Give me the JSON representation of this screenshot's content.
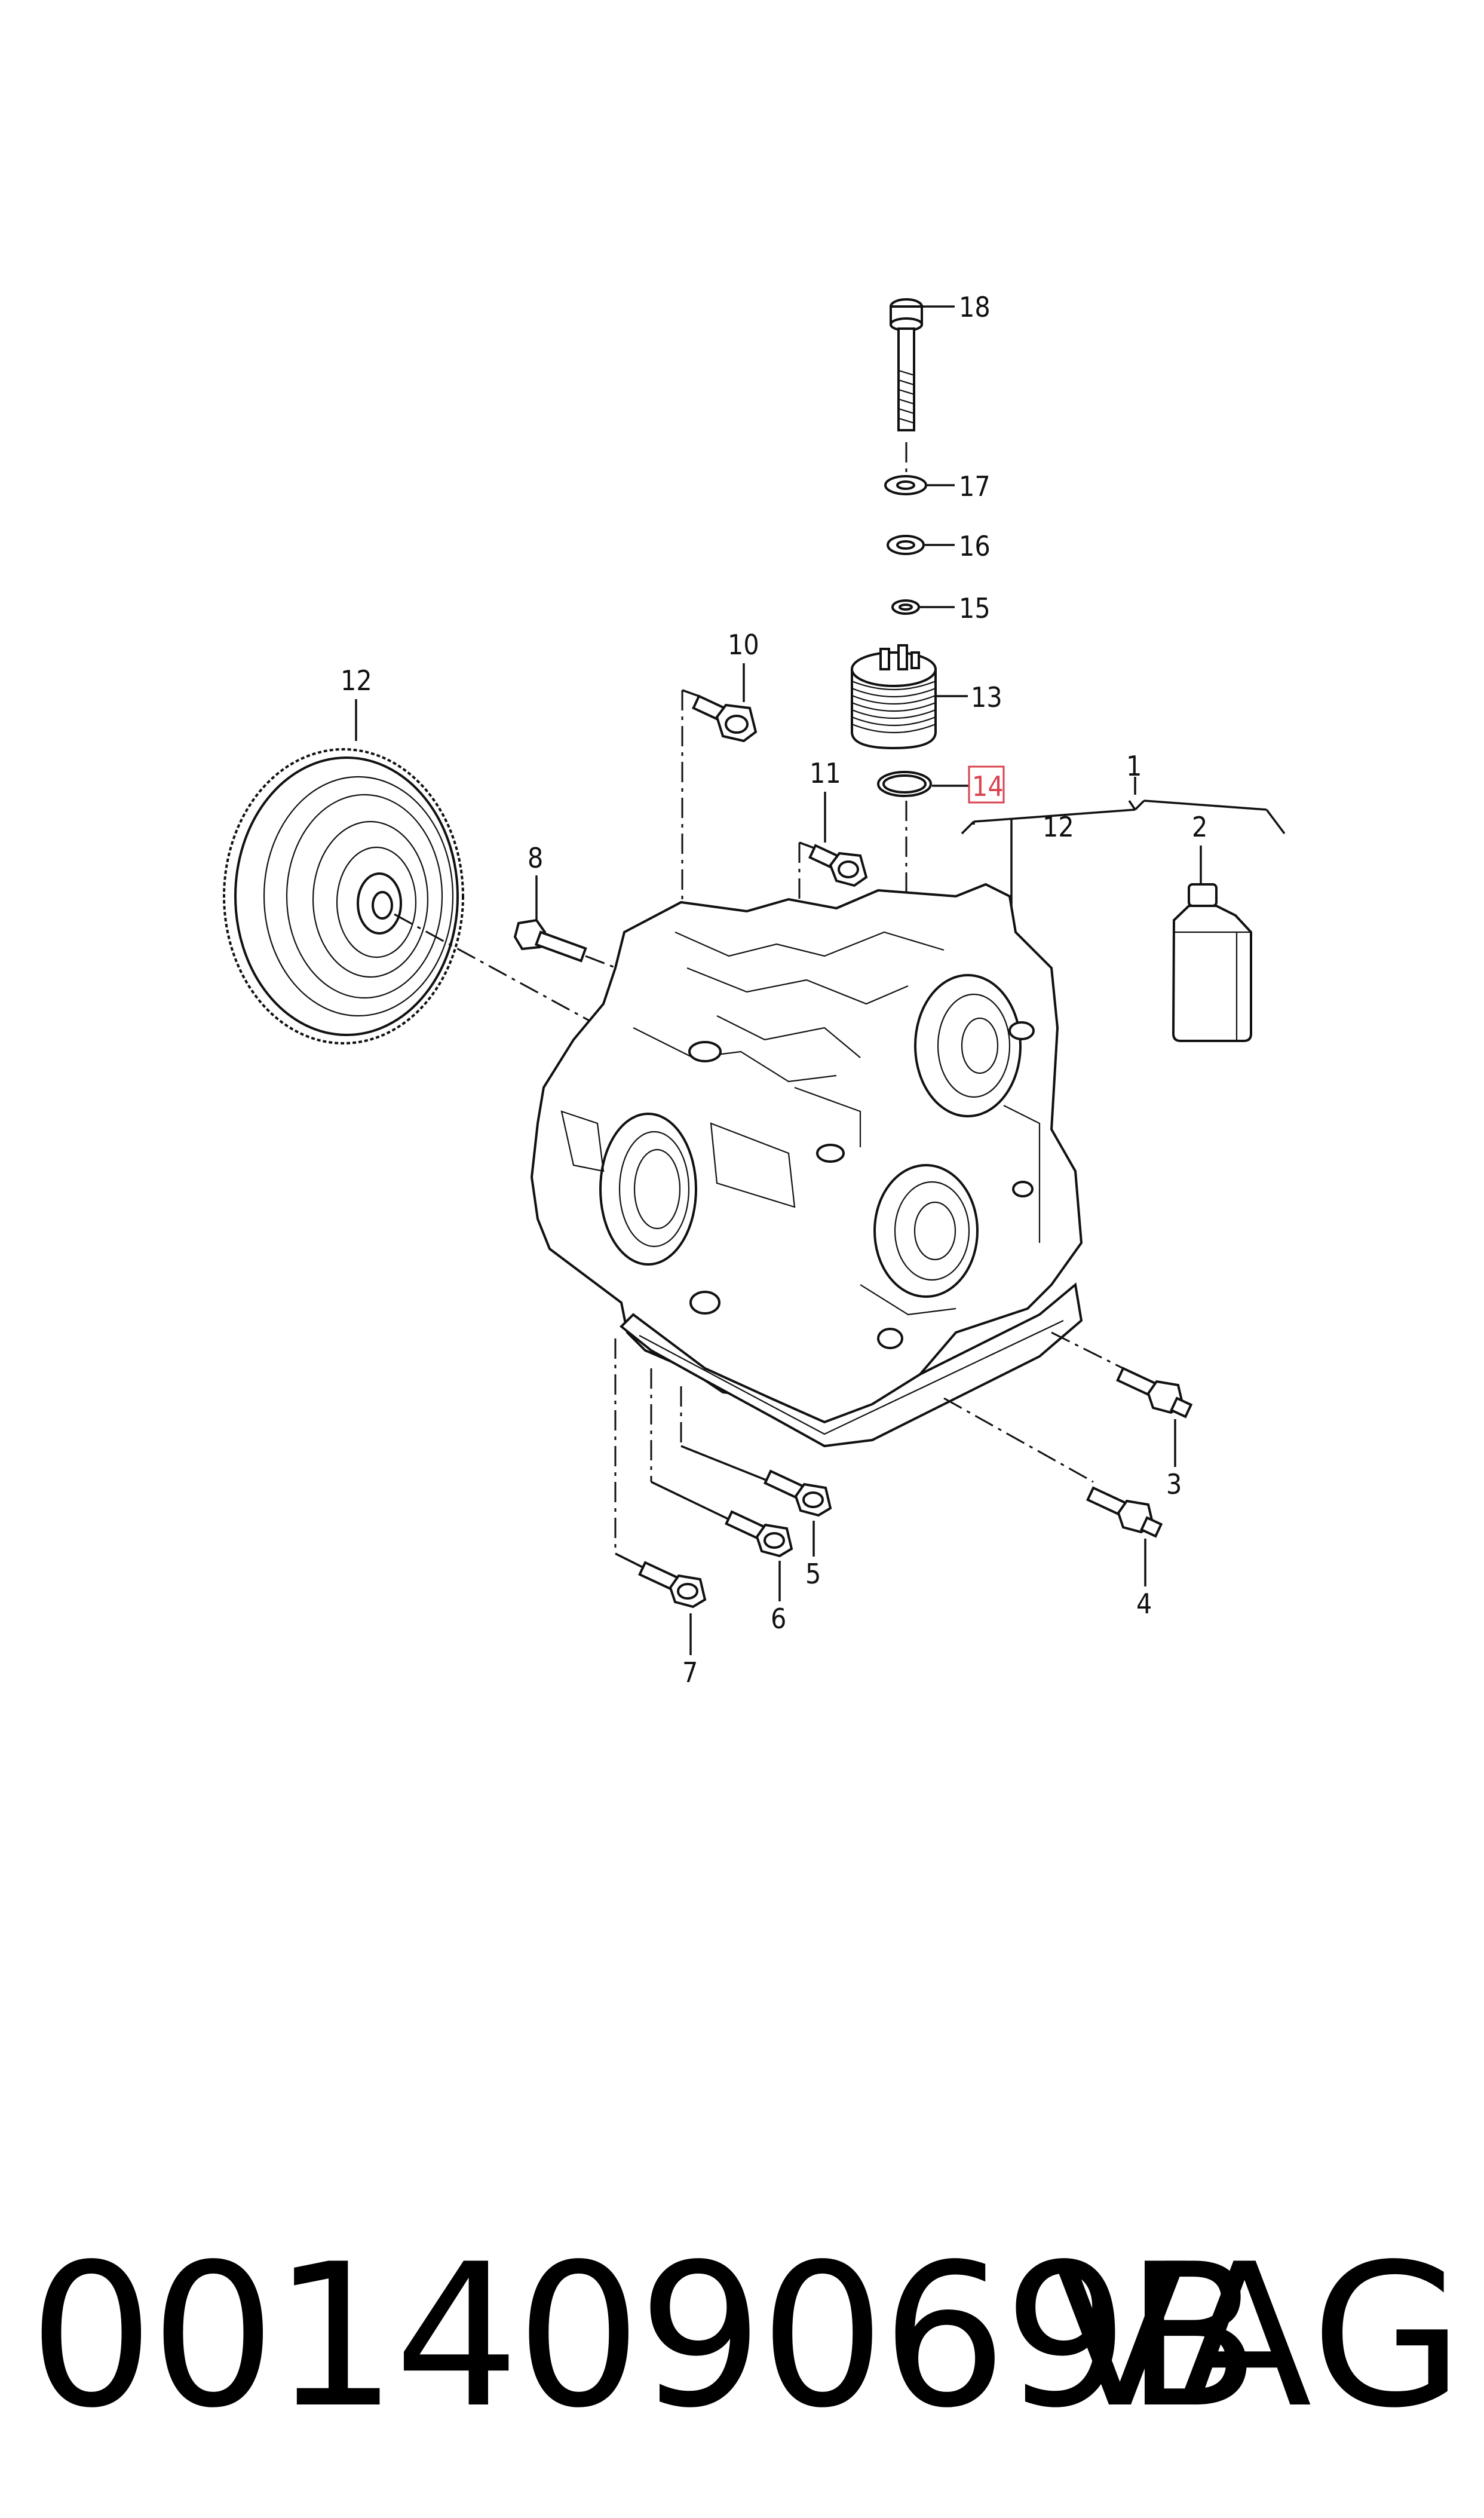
{
  "callouts": {
    "c1": "1",
    "c2": "2",
    "c3": "3",
    "c4": "4",
    "c5": "5",
    "c6": "6",
    "c7": "7",
    "c8": "8",
    "c10": "10",
    "c11": "11",
    "c12a": "12",
    "c12b": "12",
    "c13": "13",
    "c14": "14",
    "c15": "15",
    "c16": "16",
    "c17": "17",
    "c18": "18"
  },
  "highlight_color": "#d9434f",
  "footer": {
    "part_number": "001409069B",
    "brand": "VAG"
  }
}
